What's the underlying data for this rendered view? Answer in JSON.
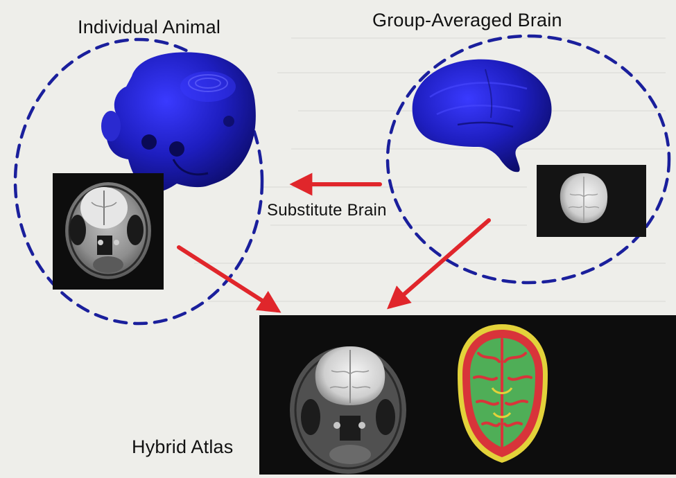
{
  "labels": {
    "individual": "Individual Animal",
    "group": "Group-Averaged Brain",
    "substitute": "Substitute Brain",
    "hybrid": "Hybrid Atlas"
  },
  "colors": {
    "background": "#eeeeea",
    "dashed_outline": "#1a1f9c",
    "model_blue": "#1f1fb4",
    "arrow_red": "#e0262b",
    "panel_black": "#0d0d0d",
    "seg_green": "#4fae57",
    "seg_red": "#d8343a",
    "seg_yellow": "#e3d23a"
  },
  "icons": {
    "individual_model": "monkey-head-surface-render",
    "group_model": "brain-surface-render",
    "individual_scan": "mri-head-slice",
    "group_scan": "mri-brain-slice",
    "hybrid_scan": "hybrid-mri-slice",
    "segmentation": "tissue-segmentation-slice"
  }
}
